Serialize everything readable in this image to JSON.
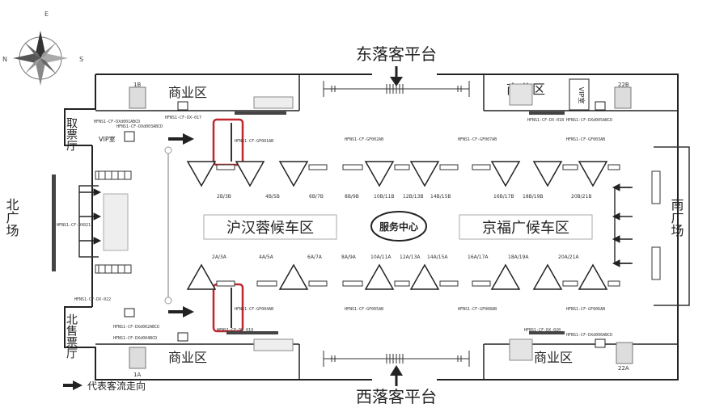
{
  "compass": {
    "label_e": "E",
    "label_s": "S",
    "label_n": "N"
  },
  "platforms": {
    "east": "东落客平台",
    "west": "西落客平台"
  },
  "plazas": {
    "north": "北广场",
    "south": "南广场"
  },
  "halls": {
    "ticket_pickup": "取票厅",
    "ticket_sale": "北售票厅",
    "vip": "VIP室"
  },
  "commercial": [
    "商业区",
    "商业区",
    "商业区",
    "商业区"
  ],
  "waiting": {
    "west": "沪汉蓉候车区",
    "east": "京福广候车区"
  },
  "service_center": "服务中心",
  "legend": {
    "flow": "代表客流走向"
  },
  "stairs": {
    "1b": "1B",
    "22b": "22B",
    "1a": "1A",
    "22a": "22A"
  },
  "gates_top": [
    "2B/3B",
    "4B/5B",
    "6B/7B",
    "8B/9B",
    "10B/11B",
    "12B/13B",
    "14B/15B",
    "16B/17B",
    "18B/19B",
    "20B/21B"
  ],
  "gates_bottom": [
    "2A/3A",
    "4A/5A",
    "6A/7A",
    "8A/9A",
    "10A/11A",
    "12A/13A",
    "14A/15A",
    "16A/17A",
    "18A/19A",
    "20A/21A"
  ],
  "device_codes": {
    "top_left": "HFNS1-CF-GF001AB",
    "top_mid": "HFNS1-CF-GF002AB",
    "top_right1": "HFNS1-CF-GF007AB",
    "top_right2": "HFNS1-CF-GF003AB",
    "bot_left": "HFNS1-CF-GF004AB",
    "bot_mid": "HFNS1-CF-GF005AB",
    "bot_right1": "HFNS1-CF-GF008AB",
    "bot_right2": "HFNS1-CF-GF006AB",
    "cam_017": "HFNS1-CF-DX-017",
    "cam_018": "HFNS1-CF-DX-018",
    "cam_019": "HFNS1-CF-DX-019",
    "cam_020": "HFNS1-CF-DX-020",
    "cam_022": "HFNS1-CF-DX-022",
    "box_tl": "HFNS1-CF-DXd001ABCD",
    "box_tl2": "HFNS1-CF-DXd003ABCD",
    "box_bl": "HFNS1-CF-DXd002ABCD",
    "box_bl2": "HFNS1-CF-DXd004BCD",
    "box_tr": "HFNS1-CF-DXd005ABCD",
    "box_br": "HFNS1-CF-DXd006ABCD",
    "north_panel": "HFNS1-CF-DX021"
  },
  "colors": {
    "highlight": "#c0272d",
    "line": "#222222",
    "wall": "#333333"
  }
}
